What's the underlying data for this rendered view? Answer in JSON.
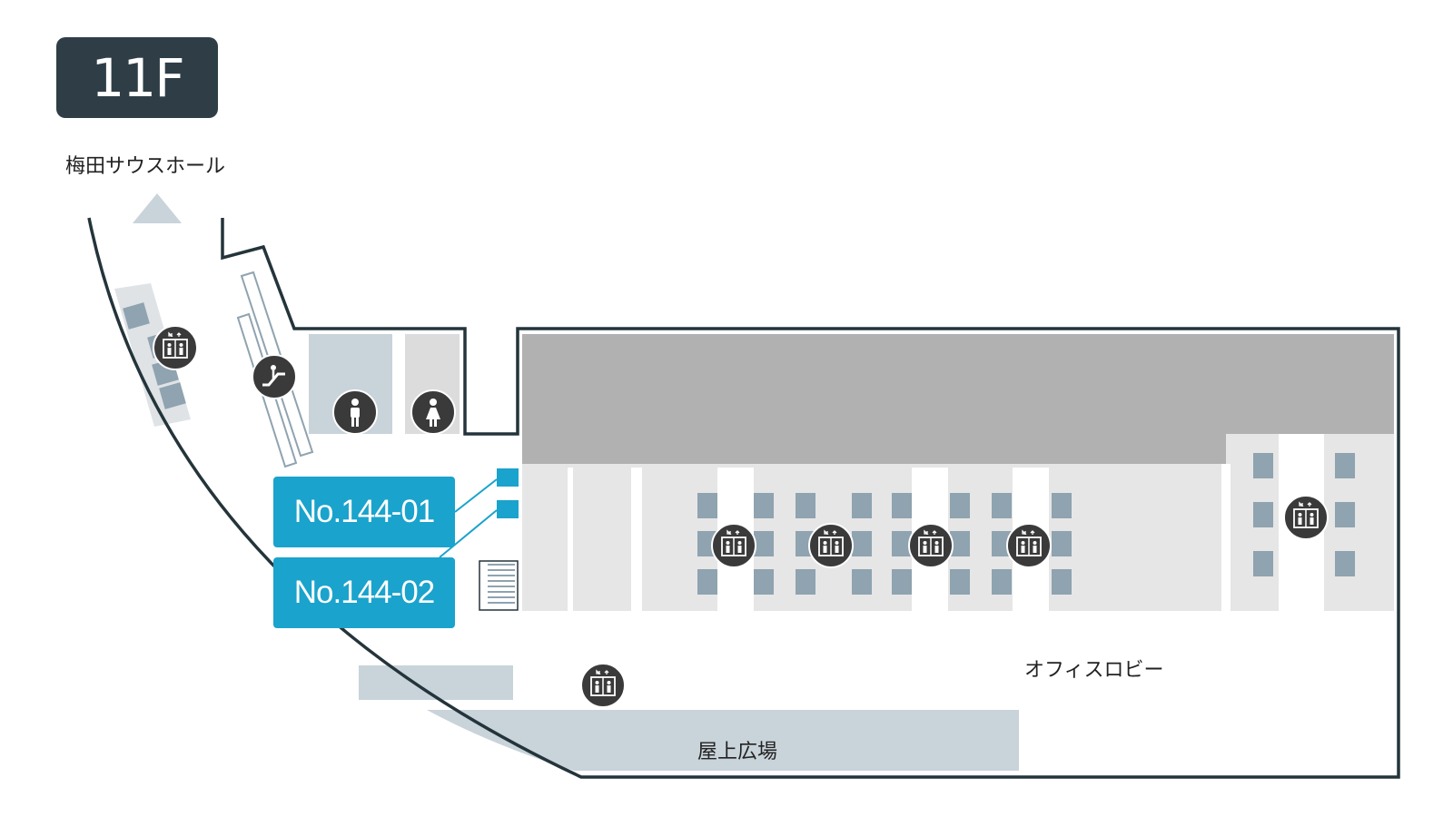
{
  "floor": {
    "label": "11F"
  },
  "direction": {
    "label": "梅田サウスホール",
    "arrow_icon": "triangle-up-icon"
  },
  "areas": {
    "office_lobby": "オフィスロビー",
    "rooftop_plaza": "屋上広場"
  },
  "units": [
    {
      "label": "No.144-01"
    },
    {
      "label": "No.144-02"
    }
  ],
  "icons": {
    "elevator": "elevator-icon",
    "escalator": "escalator-icon",
    "mens_restroom": "mens-restroom-icon",
    "womens_restroom": "womens-restroom-icon"
  },
  "colors": {
    "badge": "#2f3e46",
    "unit_highlight": "#1aa3cc",
    "wall": "#24343b",
    "corridor": "#c9d3da",
    "elevator_block": "#8fa3b0",
    "service_area": "#b1b1b1",
    "floor_area": "#e6e6e6"
  }
}
